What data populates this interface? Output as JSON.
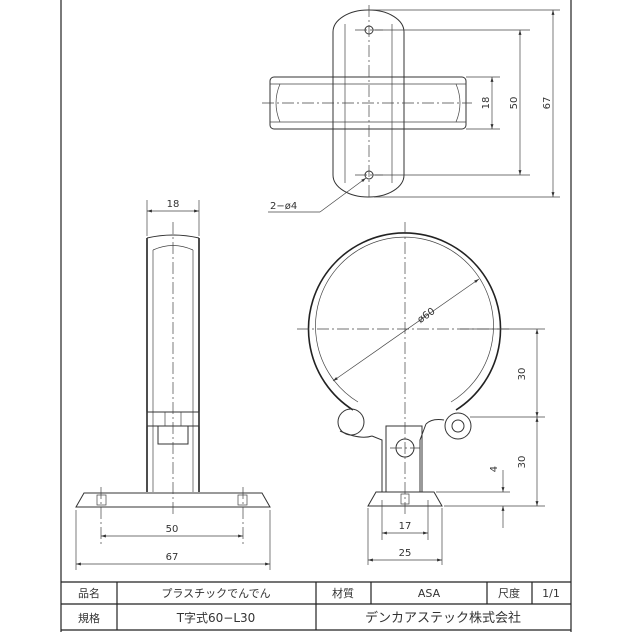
{
  "drawing": {
    "top_view": {
      "hole_note": "2−ø4",
      "dims": [
        "18",
        "50",
        "67"
      ]
    },
    "side_view": {
      "dims": [
        "18",
        "50",
        "67"
      ]
    },
    "front_view": {
      "dims": [
        "ø60",
        "30",
        "30",
        "4",
        "17",
        "25"
      ]
    }
  },
  "title_block": {
    "product_name_label": "品名",
    "product_name": "プラスチックでんでん",
    "material_label": "材質",
    "material": "ASA",
    "scale_label": "尺度",
    "scale": "1/1",
    "spec_label": "規格",
    "spec": "T字式60−L30",
    "company": "デンカアステック株式会社"
  }
}
